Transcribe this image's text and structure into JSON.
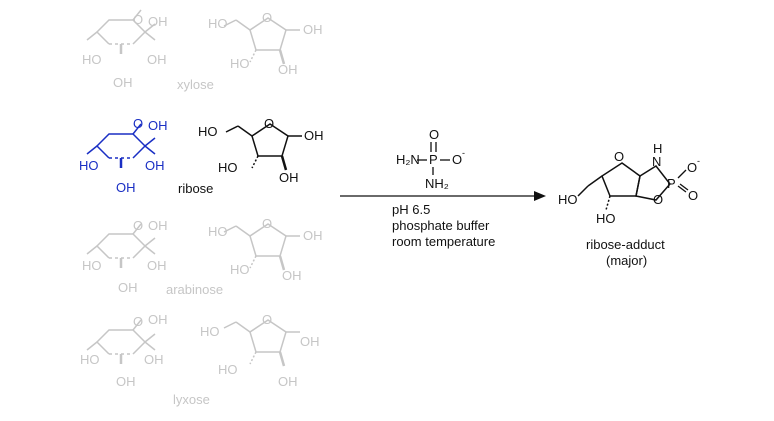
{
  "colors": {
    "faded": "#c6c6c6",
    "black": "#111111",
    "blue": "#1a2fc4"
  },
  "atoms": {
    "O": "O",
    "OH": "OH",
    "HO": "HO",
    "H": "H",
    "N": "N",
    "P": "P",
    "H2N": "H₂N",
    "NH2": "NH₂",
    "minus": "-"
  },
  "sugars": [
    {
      "name": "xylose",
      "highlight": false
    },
    {
      "name": "ribose",
      "highlight": true
    },
    {
      "name": "arabinose",
      "highlight": false
    },
    {
      "name": "lyxose",
      "highlight": false
    }
  ],
  "reaction": {
    "conditions": [
      "pH 6.5",
      "phosphate buffer",
      "room temperature"
    ]
  },
  "product": {
    "name": "ribose-adduct",
    "note": "(major)"
  }
}
